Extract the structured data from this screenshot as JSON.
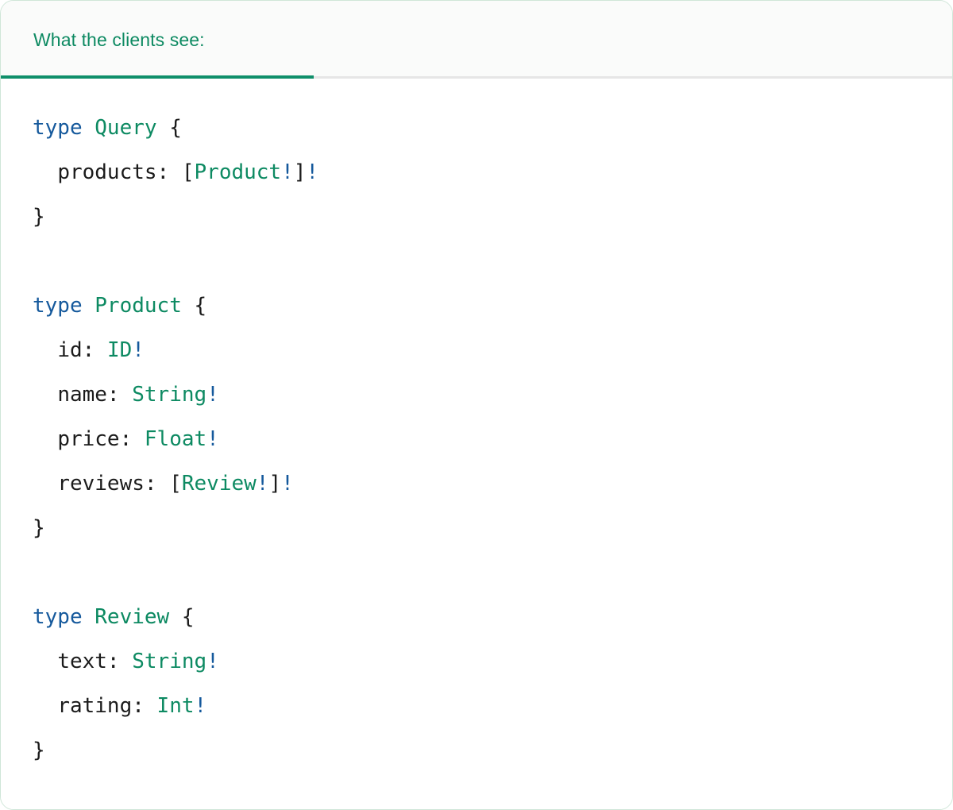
{
  "card": {
    "border_color": "#cfe6d8",
    "background": "#ffffff"
  },
  "header": {
    "tab_label": "What the clients see:",
    "accent_color": "#0d8a62",
    "underline_color": "#0f8f6a",
    "background": "#fafbfa",
    "rule_color": "#e6e6e6"
  },
  "syntax_colors": {
    "keyword": "#15599c",
    "type": "#0d8a62",
    "nonnull": "#15599c",
    "punctuation": "#1b1b1b",
    "field": "#1b1b1b"
  },
  "code": {
    "language": "graphql",
    "lines": [
      {
        "indent": 0,
        "tokens": [
          {
            "t": "type",
            "c": "kw"
          },
          {
            "t": " ",
            "c": "punc"
          },
          {
            "t": "Query",
            "c": "type"
          },
          {
            "t": " {",
            "c": "punc"
          }
        ]
      },
      {
        "indent": 1,
        "tokens": [
          {
            "t": "products:",
            "c": "field"
          },
          {
            "t": " [",
            "c": "punc"
          },
          {
            "t": "Product",
            "c": "type"
          },
          {
            "t": "!",
            "c": "bang"
          },
          {
            "t": "]",
            "c": "punc"
          },
          {
            "t": "!",
            "c": "bang"
          }
        ]
      },
      {
        "indent": 0,
        "tokens": [
          {
            "t": "}",
            "c": "punc"
          }
        ]
      },
      {
        "indent": 0,
        "tokens": []
      },
      {
        "indent": 0,
        "tokens": [
          {
            "t": "type",
            "c": "kw"
          },
          {
            "t": " ",
            "c": "punc"
          },
          {
            "t": "Product",
            "c": "type"
          },
          {
            "t": " {",
            "c": "punc"
          }
        ]
      },
      {
        "indent": 1,
        "tokens": [
          {
            "t": "id:",
            "c": "field"
          },
          {
            "t": " ",
            "c": "punc"
          },
          {
            "t": "ID",
            "c": "type"
          },
          {
            "t": "!",
            "c": "bang"
          }
        ]
      },
      {
        "indent": 1,
        "tokens": [
          {
            "t": "name:",
            "c": "field"
          },
          {
            "t": " ",
            "c": "punc"
          },
          {
            "t": "String",
            "c": "type"
          },
          {
            "t": "!",
            "c": "bang"
          }
        ]
      },
      {
        "indent": 1,
        "tokens": [
          {
            "t": "price:",
            "c": "field"
          },
          {
            "t": " ",
            "c": "punc"
          },
          {
            "t": "Float",
            "c": "type"
          },
          {
            "t": "!",
            "c": "bang"
          }
        ]
      },
      {
        "indent": 1,
        "tokens": [
          {
            "t": "reviews:",
            "c": "field"
          },
          {
            "t": " [",
            "c": "punc"
          },
          {
            "t": "Review",
            "c": "type"
          },
          {
            "t": "!",
            "c": "bang"
          },
          {
            "t": "]",
            "c": "punc"
          },
          {
            "t": "!",
            "c": "bang"
          }
        ]
      },
      {
        "indent": 0,
        "tokens": [
          {
            "t": "}",
            "c": "punc"
          }
        ]
      },
      {
        "indent": 0,
        "tokens": []
      },
      {
        "indent": 0,
        "tokens": [
          {
            "t": "type",
            "c": "kw"
          },
          {
            "t": " ",
            "c": "punc"
          },
          {
            "t": "Review",
            "c": "type"
          },
          {
            "t": " {",
            "c": "punc"
          }
        ]
      },
      {
        "indent": 1,
        "tokens": [
          {
            "t": "text:",
            "c": "field"
          },
          {
            "t": " ",
            "c": "punc"
          },
          {
            "t": "String",
            "c": "type"
          },
          {
            "t": "!",
            "c": "bang"
          }
        ]
      },
      {
        "indent": 1,
        "tokens": [
          {
            "t": "rating:",
            "c": "field"
          },
          {
            "t": " ",
            "c": "punc"
          },
          {
            "t": "Int",
            "c": "type"
          },
          {
            "t": "!",
            "c": "bang"
          }
        ]
      },
      {
        "indent": 0,
        "tokens": [
          {
            "t": "}",
            "c": "punc"
          }
        ]
      }
    ]
  }
}
